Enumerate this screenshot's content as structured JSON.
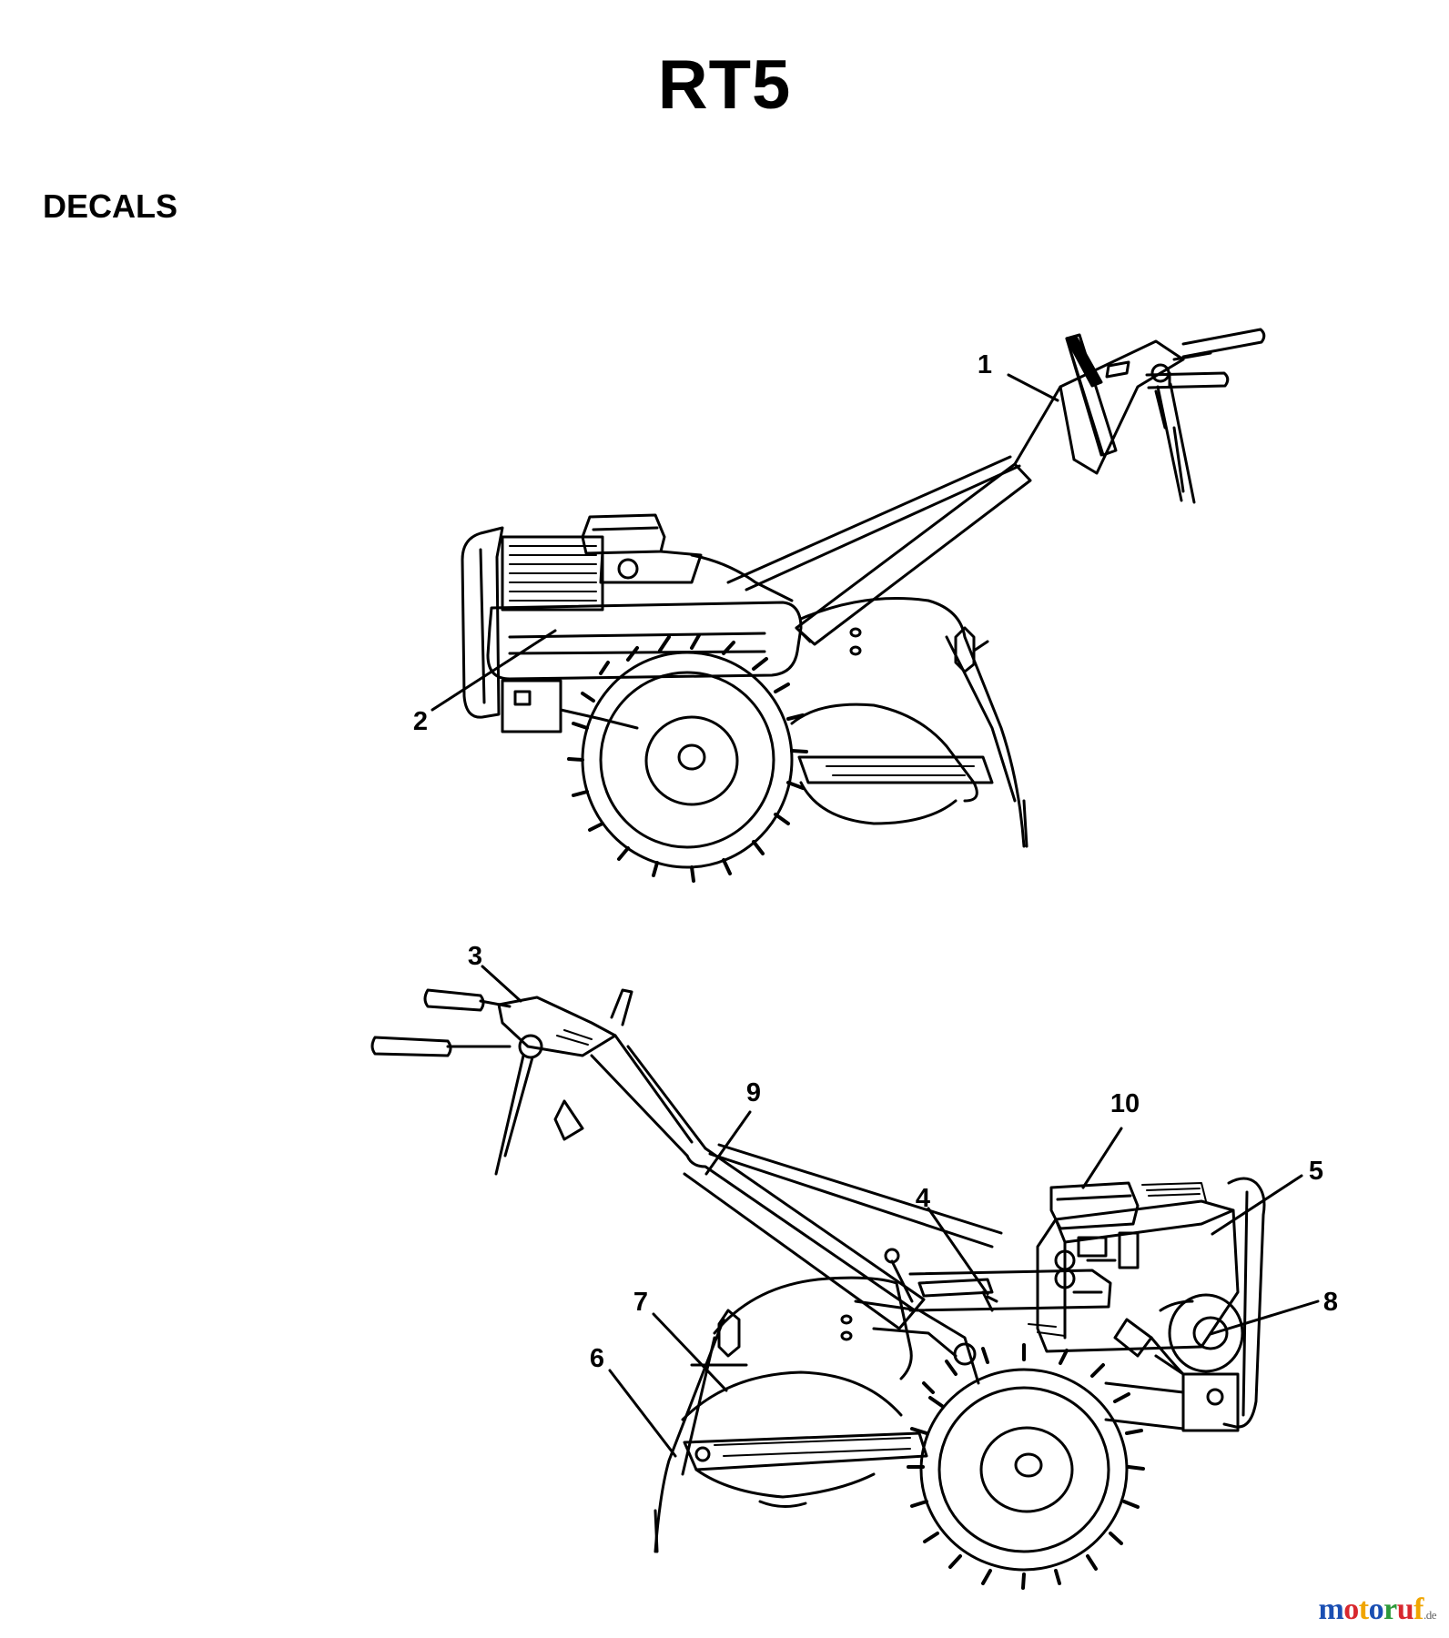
{
  "title": "RT5",
  "section": "DECALS",
  "callouts": {
    "c1": "1",
    "c2": "2",
    "c3": "3",
    "c4": "4",
    "c5": "5",
    "c6": "6",
    "c7": "7",
    "c8": "8",
    "c9": "9",
    "c10": "10"
  },
  "watermark": {
    "brand": "motoruf",
    "tld": ".de",
    "colors": [
      "#1a4fb3",
      "#d8282f",
      "#f0a500",
      "#1a4fb3",
      "#2d9a3a",
      "#d8282f",
      "#f0a500"
    ]
  }
}
